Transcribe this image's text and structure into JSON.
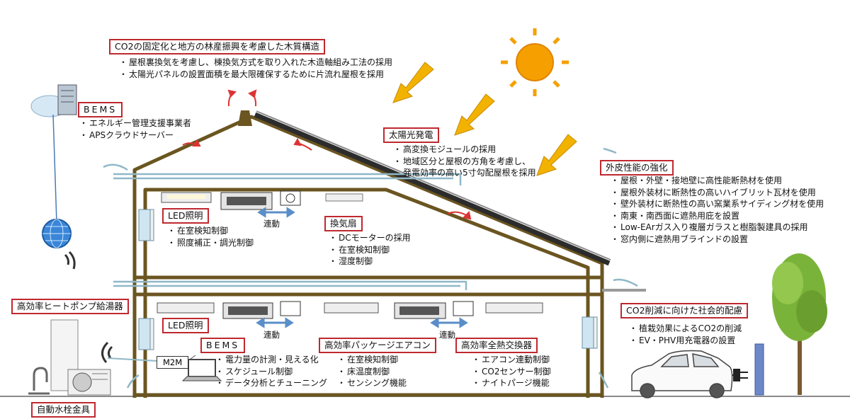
{
  "wood_structure": {
    "title": "CO2の固定化と地方の林産振興を考慮した木質構造",
    "items": [
      "屋根裏換気を考慮し、棟換気方式を取り入れた木造軸組み工法の採用",
      "太陽光パネルの設置面積を最大限確保するために片流れ屋根を採用"
    ]
  },
  "bems_cloud": {
    "title": "BEMS",
    "items": [
      "エネルギー管理支援事業者",
      "APSクラウドサーバー"
    ]
  },
  "solar": {
    "title": "太陽光発電",
    "items": [
      "高変換モジュールの採用",
      "地域区分と屋根の方角を考慮し、"
    ],
    "continuation": "発電効率の高い5寸勾配屋根を採用"
  },
  "envelope": {
    "title": "外皮性能の強化",
    "items": [
      "屋根・外壁・接地壁に高性能断熱材を使用",
      "屋根外装材に断熱性の高いハイブリット瓦材を使用",
      "壁外装材に断熱性の高い窯業系サイディング材を使用",
      "南東・南西面に遮熱用庇を設置",
      "Low-EArガス入り複層ガラスと樹脂製建具の採用",
      "窓内側に遮熱用ブラインドの設置"
    ]
  },
  "led_upper": {
    "title": "LED照明",
    "items": [
      "在室検知制御",
      "照度補正・調光制御"
    ]
  },
  "fan": {
    "title": "換気扇",
    "items": [
      "DCモーターの採用",
      "在室検知制御",
      "湿度制御"
    ]
  },
  "link_label": "連動",
  "heat_pump": {
    "title": "高効率ヒートポンプ給湯器"
  },
  "led_lower": {
    "title": "LED照明"
  },
  "bems_home": {
    "title": "BEMS",
    "items": [
      "電力量の計測・見える化",
      "スケジュール制御",
      "データ分析とチューニング"
    ]
  },
  "m2m": "M2M",
  "aircon": {
    "title": "高効率パッケージエアコン",
    "items": [
      "在室検知制御",
      "床温度制御",
      "センシング機能"
    ]
  },
  "hrv": {
    "title": "高効率全熱交換器",
    "items": [
      "エアコン連動制御",
      "CO2センサー制御",
      "ナイトパージ機能"
    ]
  },
  "co2": {
    "title": "CO2削減に向けた社会的配慮",
    "items": [
      "植栽効果によるCO2の削減",
      "EV・PHV用充電器の設置"
    ]
  },
  "faucet": {
    "title": "自動水栓金具"
  },
  "colors": {
    "frame": "#6b5520",
    "label_border": "#c0282f",
    "sun": "#f5a000",
    "arrow": "#f2b200",
    "air": "#d33"
  }
}
